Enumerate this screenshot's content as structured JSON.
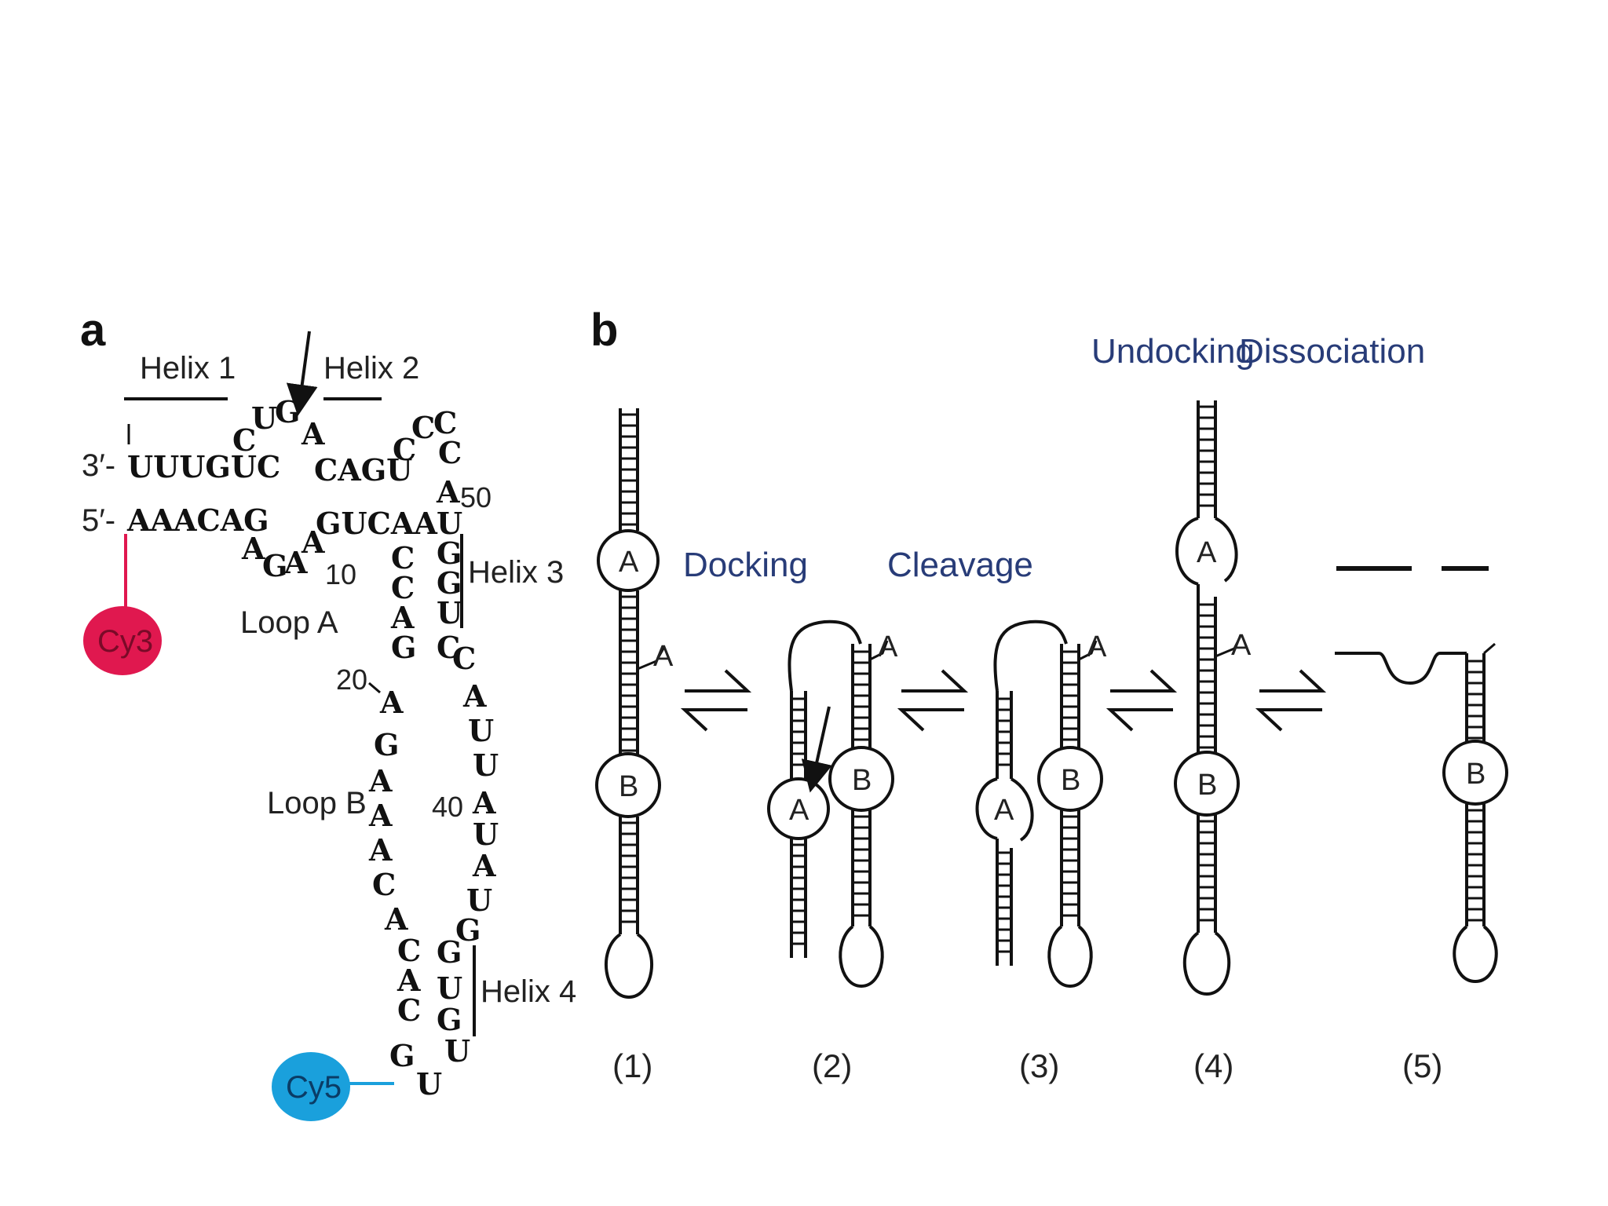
{
  "panel_a": {
    "letter": "a",
    "helix1": "Helix 1",
    "helix2": "Helix 2",
    "helix3": "Helix 3",
    "helix4": "Helix 4",
    "loopA": "Loop A",
    "loopB": "Loop B",
    "end3": "3′-",
    "end5": "5′-",
    "cy3": "Cy3",
    "cy5": "Cy5",
    "cy3_color": "#e0184f",
    "cy5_color": "#1aa0dc",
    "n10": "10",
    "n20": "20",
    "n40": "40",
    "n50": "50",
    "strand3": "UUUGUC",
    "strand5": "AAACAG",
    "strand_gucaa": "GUCAA",
    "strand_cagu": "CAGU",
    "top_c1": "C",
    "top_u": "U",
    "top_g": "G",
    "top_a": "A",
    "cc1": "C",
    "cc2": "C",
    "cc3": "C",
    "cc4": "C",
    "loopA_a1": "A",
    "loopA_g": "G",
    "loopA_a2": "A",
    "loopA_a3": "A",
    "left_col": [
      "C",
      "C",
      "A",
      "G"
    ],
    "loopB_col": [
      "A",
      "G",
      "A",
      "A",
      "A",
      "C",
      "A"
    ],
    "h4_left": [
      "C",
      "A",
      "C",
      "G"
    ],
    "h4_bottom": "U",
    "h4_right": [
      "U",
      "G",
      "U",
      "G"
    ],
    "right_col": [
      "A",
      "U",
      "G",
      "G",
      "U",
      "C"
    ],
    "right_lower": [
      "C",
      "A",
      "U",
      "U",
      "A",
      "U",
      "A",
      "U",
      "G"
    ]
  },
  "panel_b": {
    "letter": "b",
    "docking": "Docking",
    "cleavage": "Cleavage",
    "undocking": "Undocking",
    "dissociation": "Dissociation",
    "loop_a": "A",
    "loop_b": "B",
    "site_a": "A",
    "steps": [
      "(1)",
      "(2)",
      "(3)",
      "(4)",
      "(5)"
    ],
    "label_color": "#283c78"
  }
}
